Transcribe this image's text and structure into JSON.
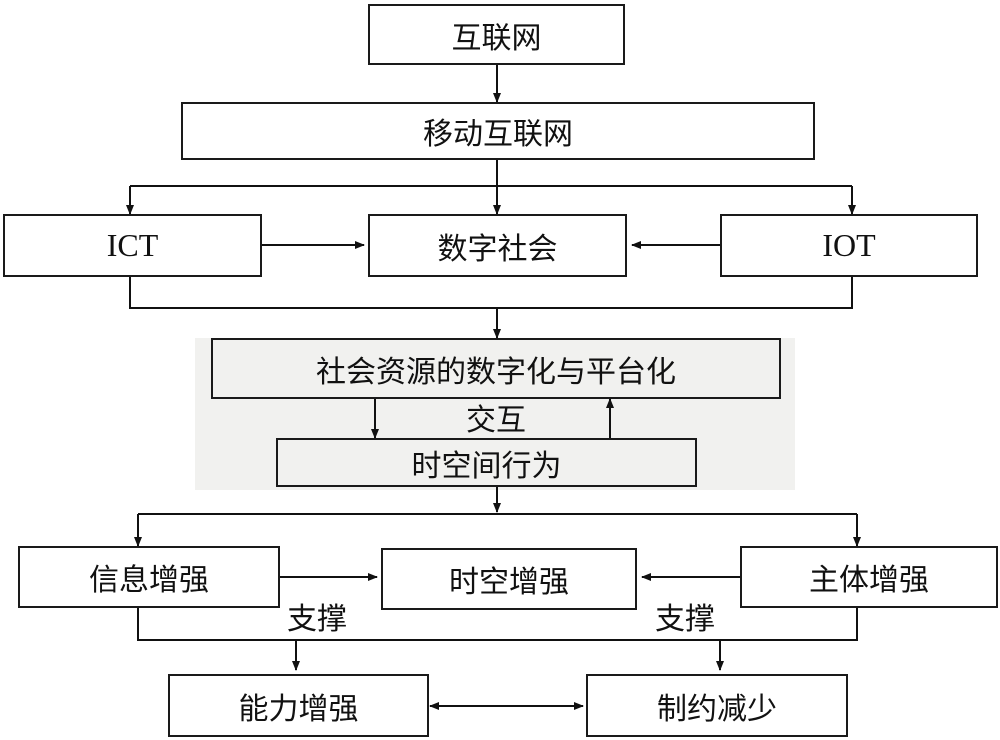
{
  "nodes": {
    "internet": "互联网",
    "mobile_internet": "移动互联网",
    "ict": "ICT",
    "digital_society": "数字社会",
    "iot": "IOT",
    "resource_digitization": "社会资源的数字化与平台化",
    "spatiotemporal_behavior": "时空间行为",
    "info_enhance": "信息增强",
    "spatiotemporal_enhance": "时空增强",
    "subject_enhance": "主体增强",
    "capability_enhance": "能力增强",
    "constraint_reduce": "制约减少"
  },
  "edge_labels": {
    "interaction": "交互",
    "support_left": "支撑",
    "support_right": "支撑"
  }
}
